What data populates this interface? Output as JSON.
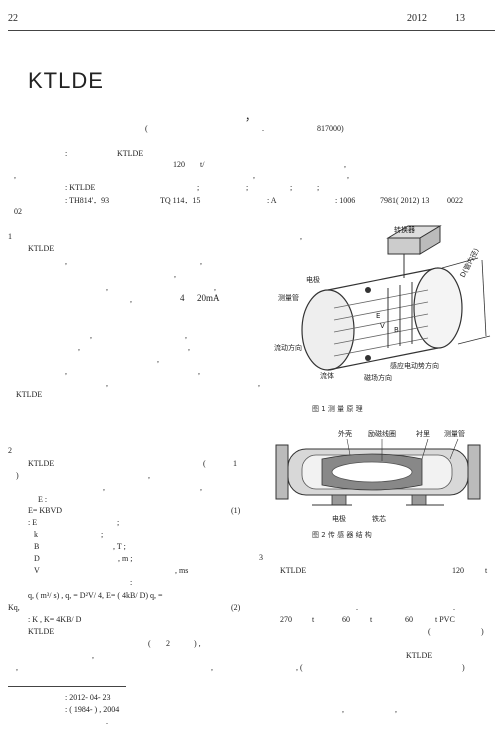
{
  "header": {
    "page_no": "22",
    "year": "2012",
    "issue": "13"
  },
  "title": "KTLDE",
  "byline": {
    "mark": "，",
    "affil_open": "(",
    "affil_dot": ".",
    "affil_code": "817000)"
  },
  "abstract": {
    "line1": [
      ":",
      "KTLDE"
    ],
    "line2": [
      "120",
      "t/",
      ","
    ],
    "line3": [
      ",",
      ",",
      ","
    ],
    "keywords": [
      ": KTLDE",
      ";",
      ";",
      ";",
      ";"
    ],
    "clc": ": TH814'．93",
    "clc2": "TQ 114．15",
    "doc": ": A",
    "id": ": 1006",
    "id2": "7981( 2012) 13",
    "id3": "0022",
    "id4": "02"
  },
  "sec1": {
    "num": "1",
    "mark": ",",
    "l1": "KTLDE",
    "l2": [
      ",",
      ","
    ],
    "l3": [
      ","
    ],
    "l4": [
      ",",
      ","
    ],
    "l5": [
      ",",
      "4",
      "20mA"
    ],
    "l6": [
      ",",
      ","
    ],
    "l7": [
      ",",
      ","
    ],
    "l8": [
      ","
    ],
    "l9": [
      ",",
      ","
    ],
    "l10": [
      ",",
      ","
    ],
    "l11": "KTLDE"
  },
  "sec2": {
    "num": "2",
    "l1": [
      "KTLDE",
      "(",
      "1"
    ],
    "l2": [
      ")",
      ","
    ],
    "l3": [
      ",",
      ","
    ],
    "eqlabel": "E :",
    "eq1": "E= KBVD",
    "eq1n": "(1)",
    "d1": ": E",
    "d1s": ";",
    "d2": "k",
    "d2s": ";",
    "d3": "B",
    "d3s": ", T ;",
    "d4": "D",
    "d4s": ", m ;",
    "d5": "V",
    "d5s": ", ms",
    "colon": ":",
    "eq2": "q, ( m³/ s) , q, =    D²V/ 4,       E= ( 4kB/   D) q, =",
    "eq2b": "Kq,",
    "eq2n": "(2)",
    "eq3": ": K                , K= 4KB/  D",
    "l4": "KTLDE",
    "l5": [
      "(",
      "2",
      ") ,"
    ],
    "l6": [
      ","
    ],
    "l7": [
      ",",
      ","
    ]
  },
  "sec3": {
    "num": "3",
    "l1": [
      "KTLDE",
      "120",
      "t"
    ],
    "l2": [
      ".",
      "."
    ],
    "l3": [
      "270",
      "t",
      "60",
      "t",
      "60",
      "t PVC"
    ],
    "l4": [
      "(",
      ")"
    ],
    "l5": [
      "KTLDE"
    ],
    "l6": [
      ", (",
      ")"
    ]
  },
  "footnote": {
    "received": ": 2012-  04-   23",
    "author": ":          ( 1984-   ) , 2004",
    "a2": ",",
    "a3": ",",
    "a4": "."
  },
  "figure1": {
    "caption": "图 1   测 量 原 理",
    "labels": [
      "转换器",
      "电极",
      "测量管",
      "流动方向",
      "感应电动势方向",
      "流体",
      "磁场方向",
      "D(管内径)",
      "E",
      "V",
      "B"
    ]
  },
  "figure2": {
    "caption": "图 2   传 感 器 结 构",
    "labels": [
      "外壳",
      "励磁线圈",
      "衬里",
      "测量管",
      "电极",
      "铁芯"
    ]
  }
}
